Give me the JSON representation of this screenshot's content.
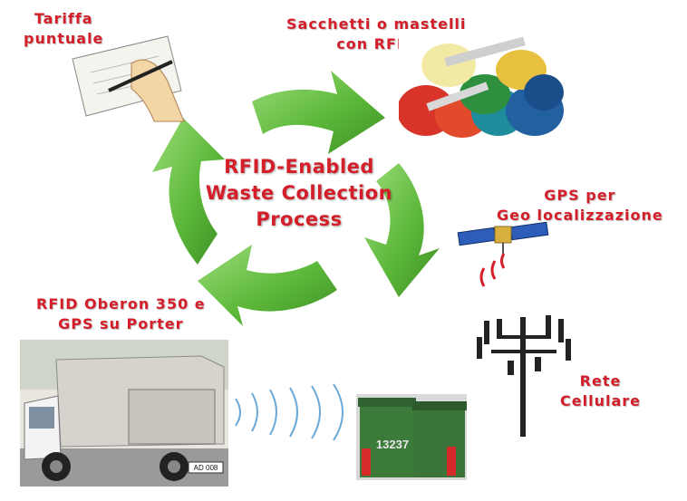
{
  "center": {
    "line1": "RFID-Enabled",
    "line2": "Waste Collection",
    "line3": "Process"
  },
  "labels": {
    "tariffa": [
      "Tariffa",
      "puntuale"
    ],
    "sacchetti": [
      "Sacchetti o mastelli",
      "con RFID"
    ],
    "gps": [
      "GPS per",
      "Geo localizzazione"
    ],
    "rete": [
      "Rete",
      "Cellulare"
    ],
    "rfid": [
      "RFID Oberon 350 e",
      "GPS su Porter"
    ]
  },
  "images": {
    "bin_number": "13237",
    "truck_plate": "AD 008"
  },
  "colors": {
    "label_red": "#d41f2a",
    "arrow_green": "#6cc24a",
    "wave_blue": "#6aa9d8"
  }
}
